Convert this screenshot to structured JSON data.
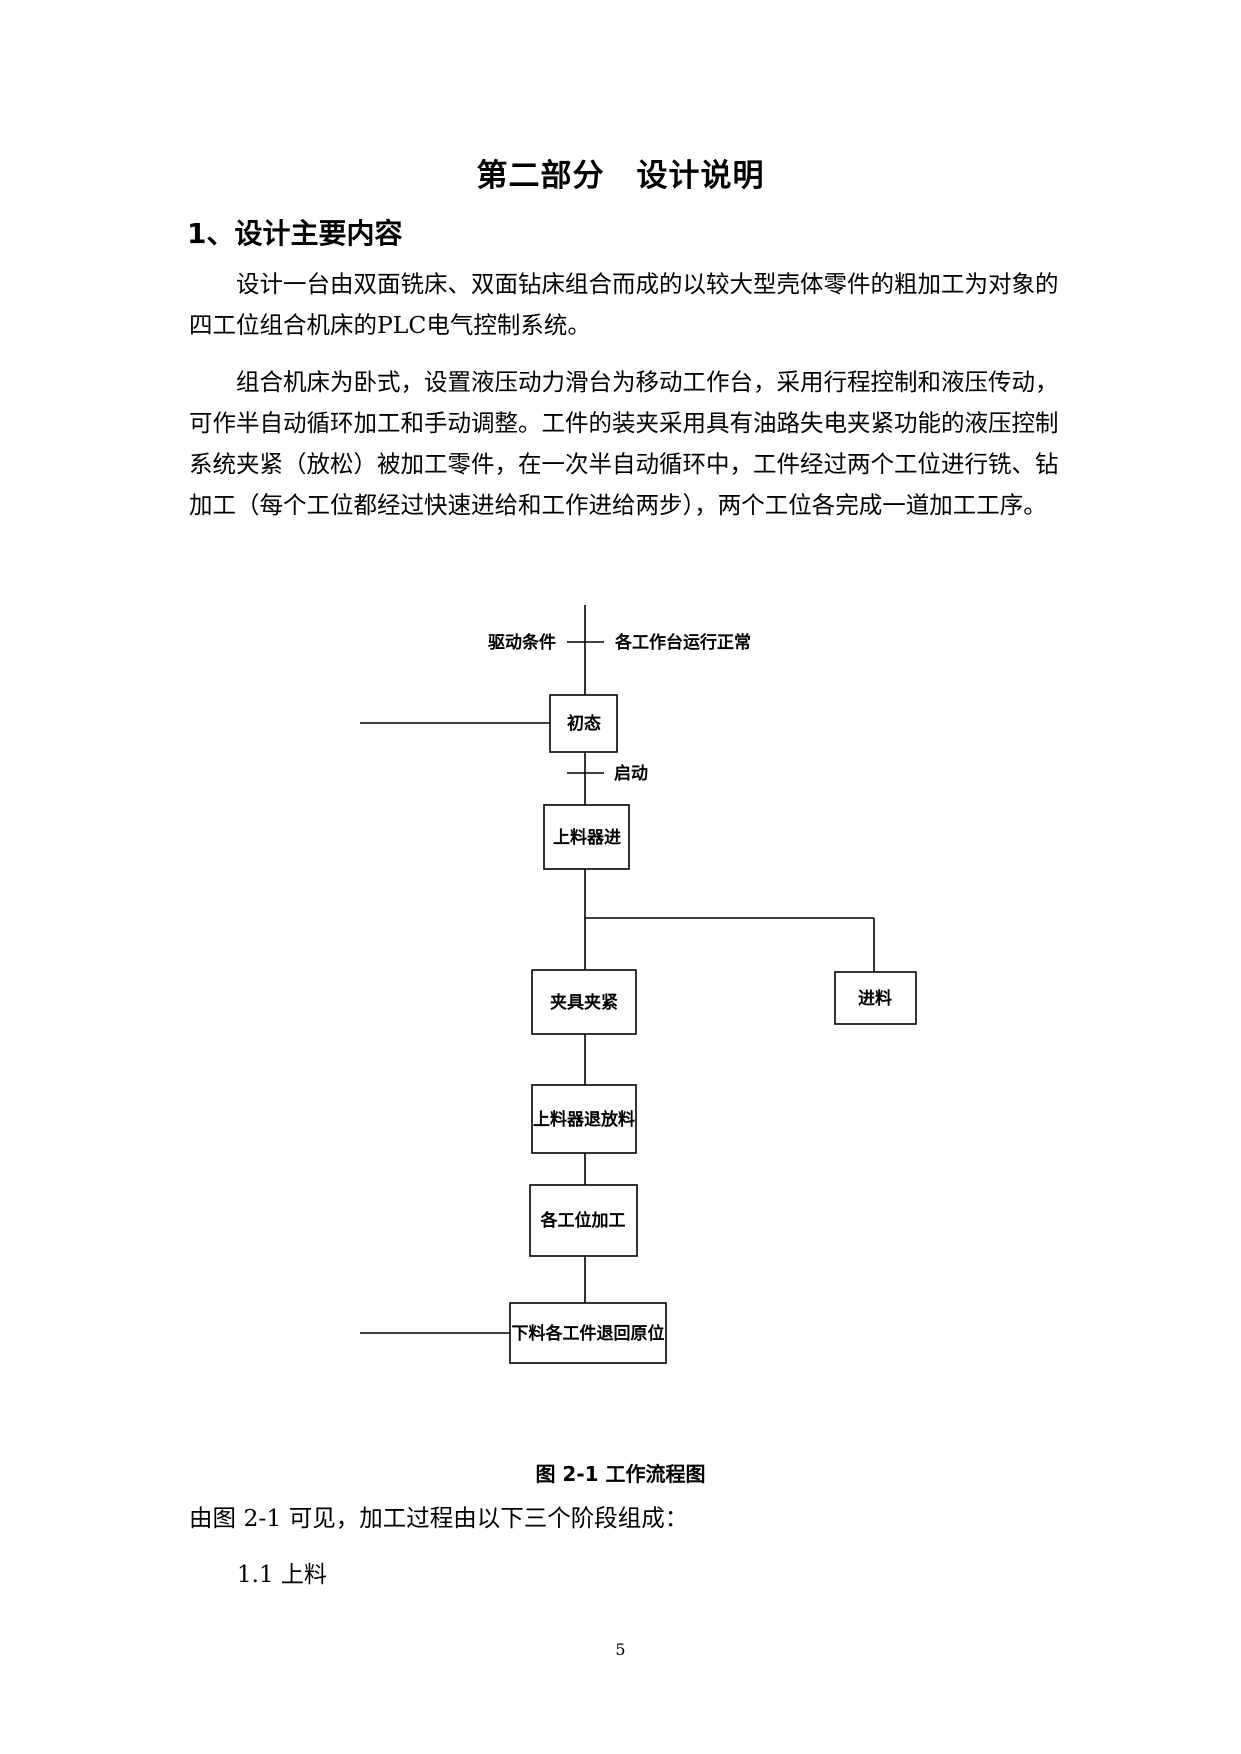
{
  "page": {
    "title": "第二部分　设计说明",
    "section_heading": "1、设计主要内容",
    "paragraphs": [
      "设计一台由双面铣床、双面钻床组合而成的以较大型壳体零件的粗加工为对象的四工位组合机床的PLC电气控制系统。",
      "组合机床为卧式，设置液压动力滑台为移动工作台，采用行程控制和液压传动，可作半自动循环加工和手动调整。工件的装夹采用具有油路失电夹紧功能的液压控制系统夹紧（放松）被加工零件，在一次半自动循环中，工件经过两个工位进行铣、钻加工（每个工位都经过快速进给和工作进给两步），两个工位各完成一道加工工序。"
    ],
    "figure": {
      "condition_left": "驱动条件",
      "condition_right": "各工作台运行正常",
      "start_label": "启动",
      "steps": {
        "initial": "初态",
        "loader_advance": "上料器进",
        "clamp": "夹具夹紧",
        "feed": "进料",
        "loader_retract": "上料器退放料",
        "machining": "各工位加工",
        "unload_return": "下料各工件退回原位"
      },
      "caption": "图 2-1  工作流程图"
    },
    "after_figure_text": "由图 2-1 可见，加工过程由以下三个阶段组成：",
    "subsection": "1.1  上料",
    "page_number": "5"
  }
}
